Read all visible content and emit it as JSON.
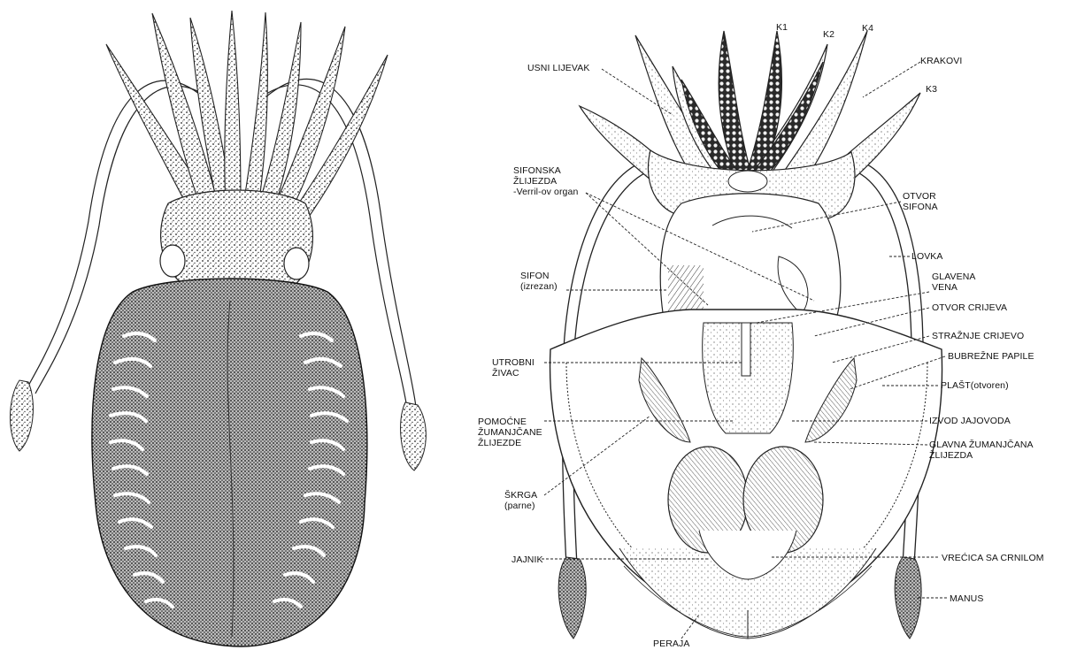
{
  "labels": {
    "k1": "K1",
    "k2": "K2",
    "k4": "K4",
    "k3": "K3",
    "krakovi": "KRAKOVI",
    "usni_lijevak": "USNI LIJEVAK",
    "sifonska_zlijezda": "SIFONSKA\nŽLIJEZDA\n-Verril-ov organ",
    "otvor_sifona": "OTVOR\nSIFONA",
    "lovka": "LOVKA",
    "sifon": "SIFON\n(izrezan)",
    "glavena_vena": "GLAVENA\nVENA",
    "otvor_crijeva": "OTVOR CRIJEVA",
    "straznje_crijevo": "STRAŽNJE CRIJEVO",
    "bubrezne_papile": "BUBREŽNE PAPILE",
    "utrobni_zivac": "UTROBNI\nŽIVAC",
    "plast": "PLAŠT(otvoren)",
    "pomocne_zlijezde": "POMOĆNE\nŽUMANJČANE\nŽLIJEZDE",
    "izvod_jajovoda": "IZVOD JAJOVODA",
    "glavna_zlijezda": "GLAVNA ŽUMANJČANA\nŽLIJEZDA",
    "skrga": "ŠKRGA\n(parne)",
    "jajnik": "JAJNIK",
    "vrecica": "VREĆICA SA CRNILOM",
    "manus": "MANUS",
    "peraja": "PERAJA"
  }
}
